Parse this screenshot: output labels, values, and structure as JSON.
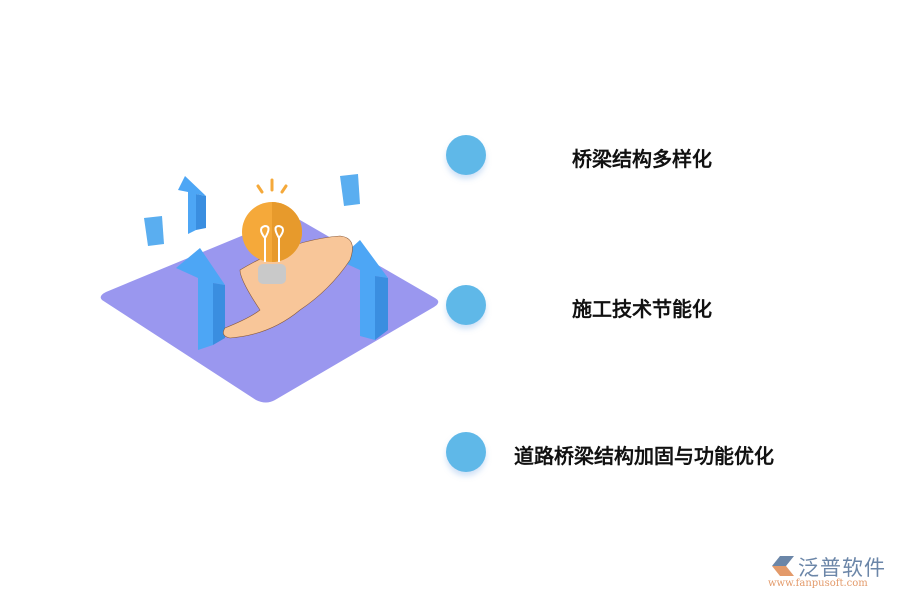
{
  "items": [
    {
      "label": "桥梁结构多样化"
    },
    {
      "label": "施工技术节能化"
    },
    {
      "label": "道路桥梁结构加固与功能优化"
    }
  ],
  "logo": {
    "title": "泛普软件",
    "url": "www.fanpusoft.com"
  },
  "colors": {
    "dot": "#5fb8e8",
    "platform": "#9a97ef",
    "arrow": "#4da6f5",
    "bulb": "#f5a93a",
    "logo_text": "#6b86a8",
    "logo_url": "#e39a6a"
  }
}
